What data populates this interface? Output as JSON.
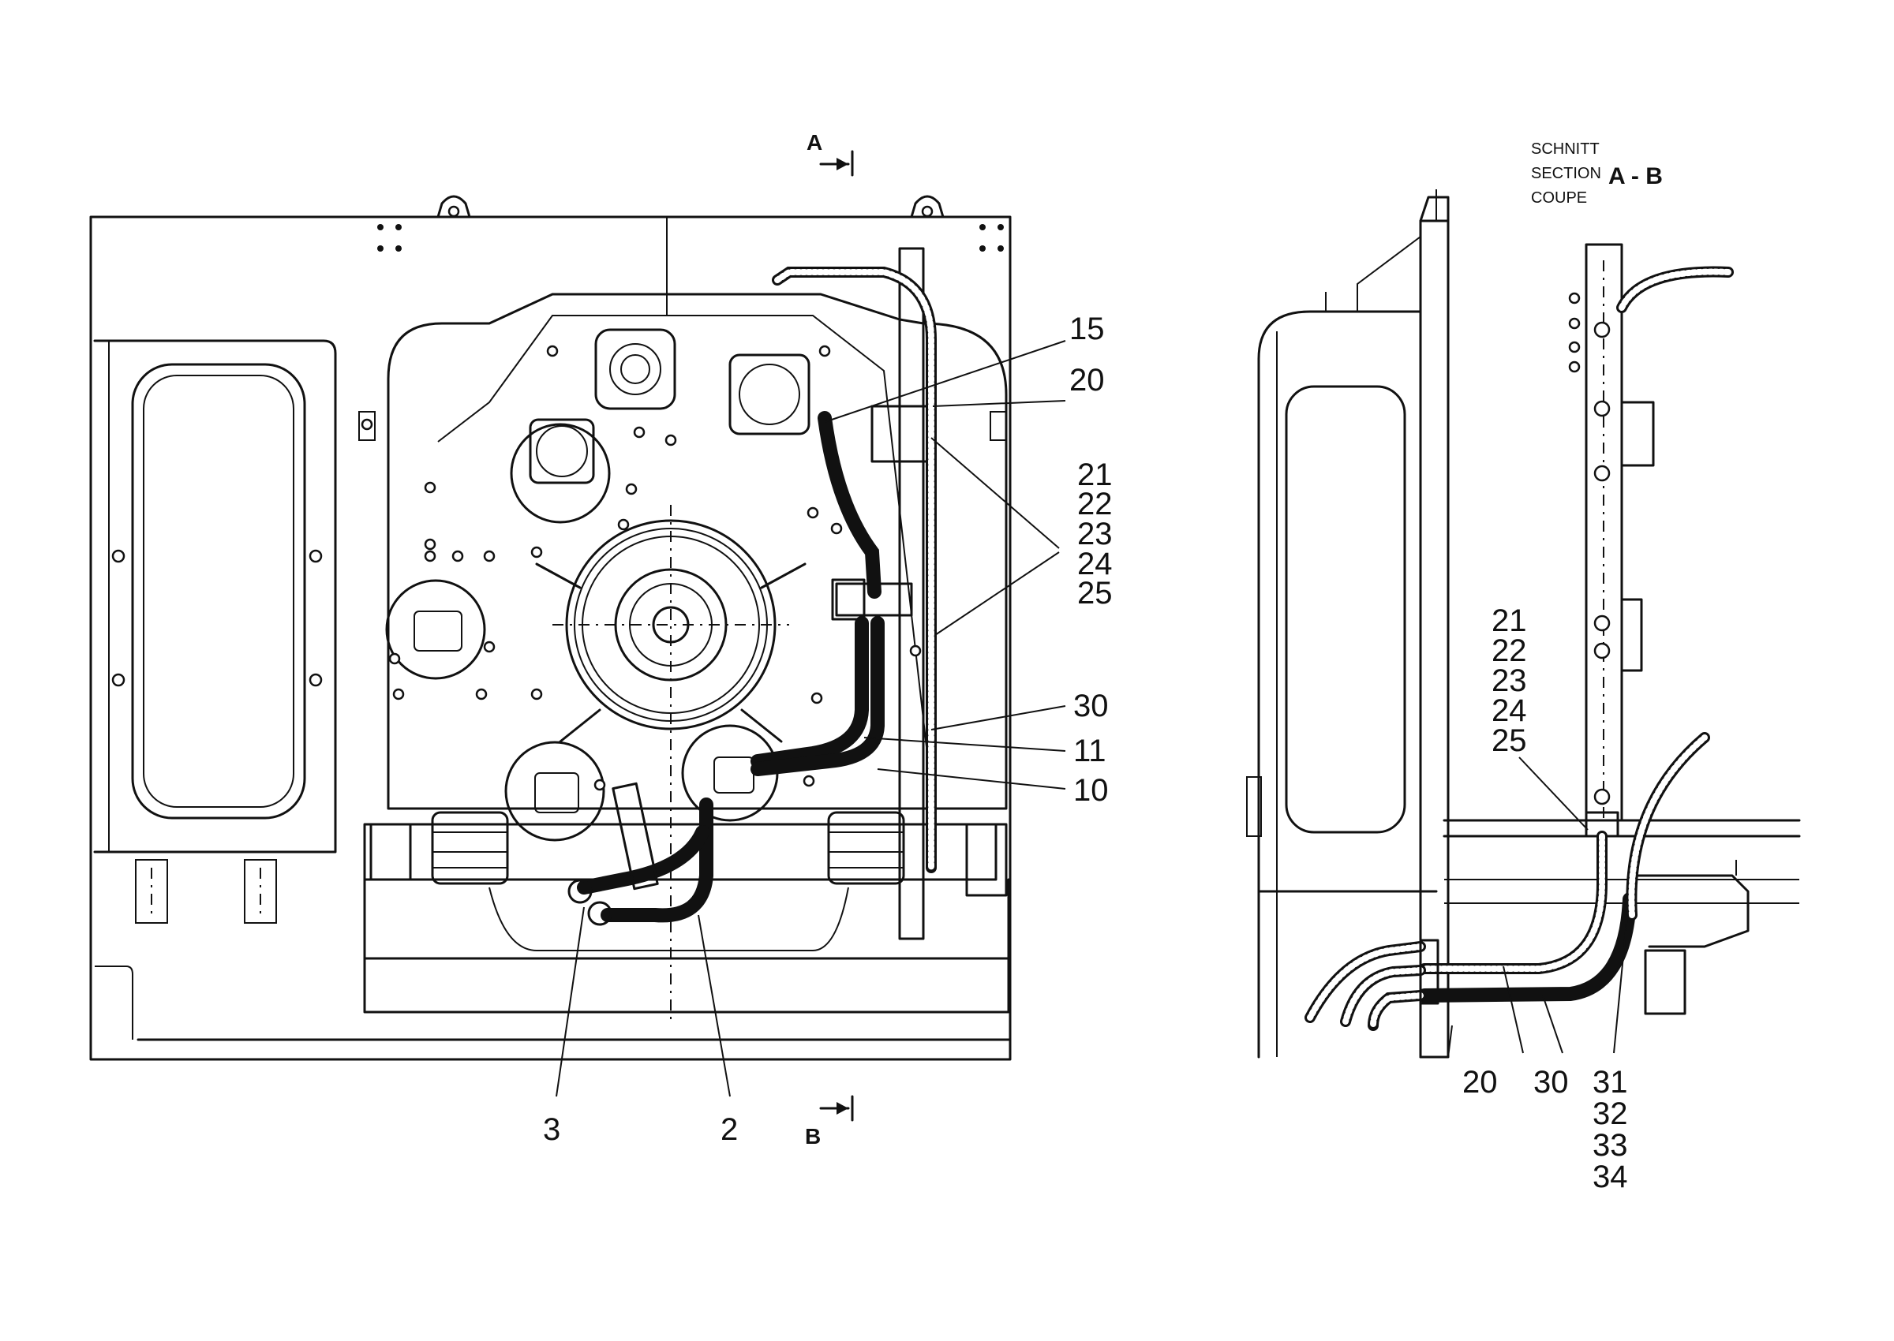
{
  "section_header": {
    "line1": "SCHNITT",
    "line2": "SECTION",
    "line3": "COUPE",
    "section_id": "A - B"
  },
  "cut_markers": {
    "top": "A",
    "bottom": "B"
  },
  "front_view_labels": {
    "l15": "15",
    "l20": "20",
    "group_a": [
      "21",
      "22",
      "23",
      "24",
      "25"
    ],
    "l30": "30",
    "l11": "11",
    "l10": "10",
    "l3": "3",
    "l2": "2"
  },
  "section_view_labels": {
    "group_b": [
      "21",
      "22",
      "23",
      "24",
      "25"
    ],
    "l20": "20",
    "l30": "30",
    "group_c": [
      "31",
      "32",
      "33",
      "34"
    ]
  }
}
